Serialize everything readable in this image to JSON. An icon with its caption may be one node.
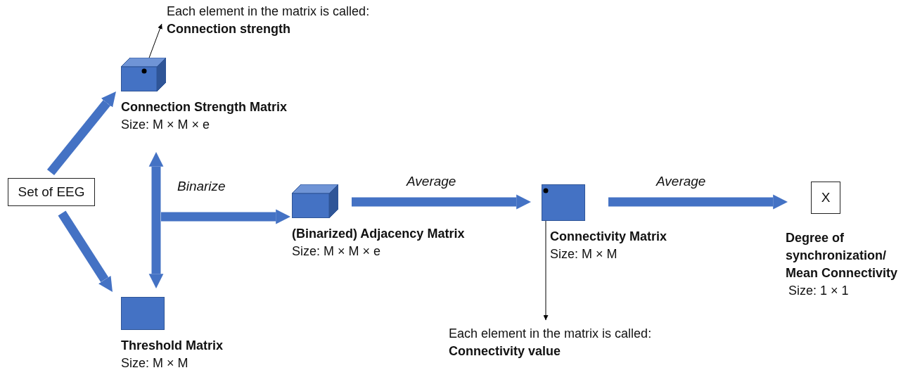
{
  "diagram": {
    "nodes": [
      {
        "text": [
          "Set of EEG"
        ]
      },
      {
        "text": [
          "Connection Strength Matrix",
          "Size: M × M × e"
        ]
      },
      {
        "text": [
          "Threshold Matrix",
          "Size: M × M"
        ]
      },
      {
        "text": [
          "(Binarized) Adjacency Matrix",
          "Size: M × M × e"
        ]
      },
      {
        "text": [
          "Connectivity Matrix",
          "Size: M × M"
        ]
      },
      {
        "text": [
          "X"
        ],
        "beside": [
          "Degree of synchronization/ Mean Connectivity",
          "Size: 1 × 1"
        ]
      },
      {
        "text": [
          "Each element in the matrix is called:",
          "Connection strength"
        ]
      },
      {
        "text": [],
        "shape": "circle",
        "in": 1
      },
      {
        "text": [
          "Each element in the matrix is called:",
          "Connectivity value"
        ]
      },
      {
        "text": [],
        "shape": "circle",
        "in": 4
      }
    ],
    "edges": [
      {
        "from": 0,
        "to": 1,
        "arrow": "to"
      },
      {
        "from": 0,
        "to": 2,
        "arrow": "to"
      },
      {
        "from": 1,
        "to": 2,
        "arrow": "both"
      },
      {
        "from": null,
        "to": 3,
        "arrow": "to",
        "label": "Binarize"
      },
      {
        "from": 3,
        "to": 4,
        "arrow": "to",
        "label": "Average"
      },
      {
        "from": 4,
        "to": 5,
        "arrow": "to",
        "label": "Average"
      },
      {
        "from": 7,
        "to": 6,
        "arrow": "to",
        "color": "#000000"
      },
      {
        "from": 9,
        "to": 8,
        "arrow": "to",
        "color": "#000000"
      }
    ]
  }
}
